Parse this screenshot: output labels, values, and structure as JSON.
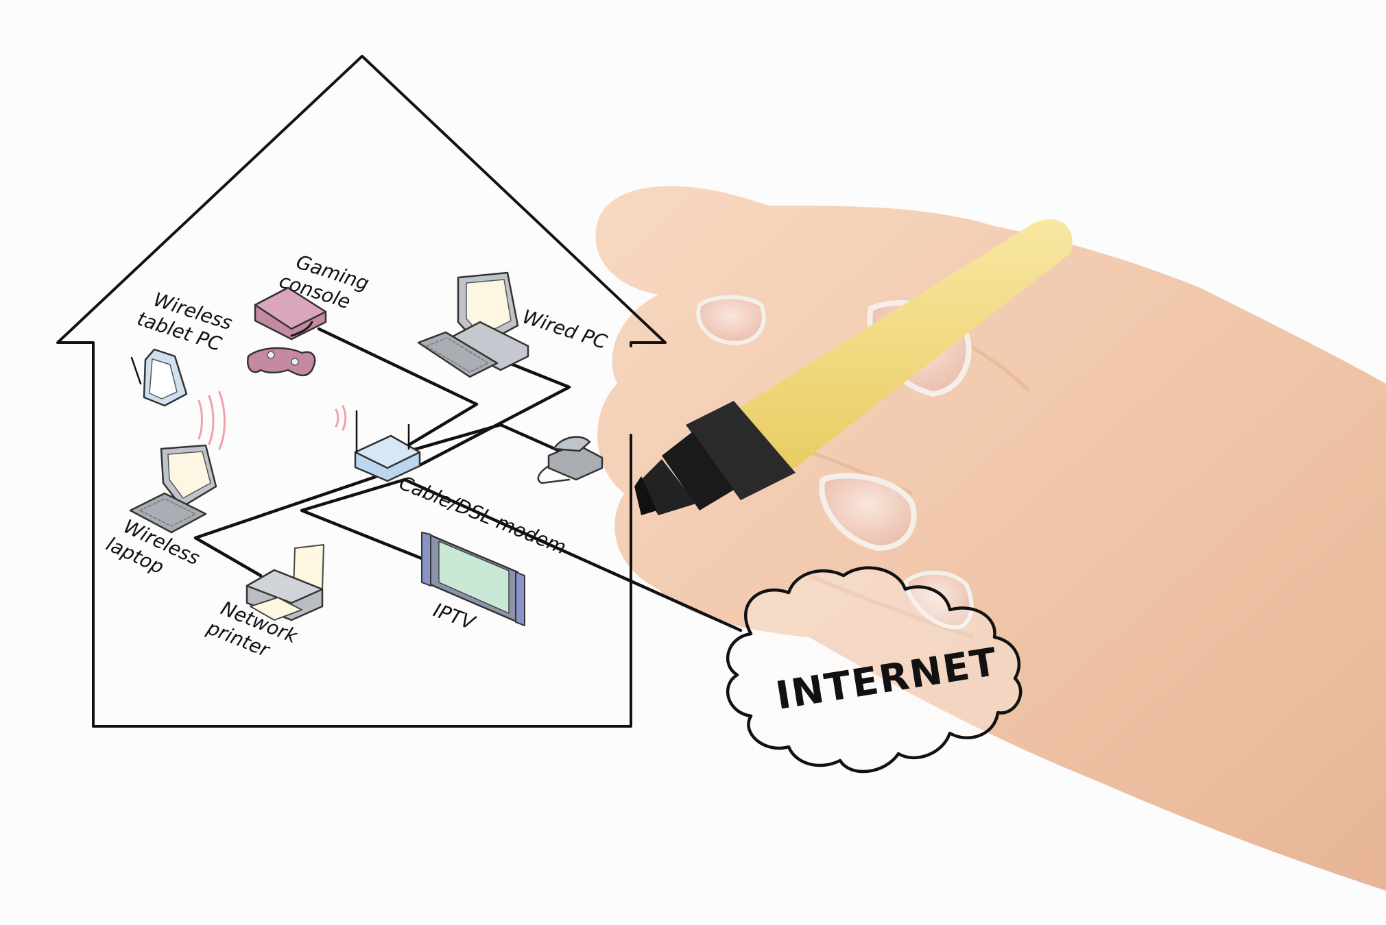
{
  "diagram": {
    "labels": {
      "gaming_console": [
        "Gaming",
        "console"
      ],
      "wireless_tablet": [
        "Wireless",
        "tablet PC"
      ],
      "wired_pc": "Wired PC",
      "modem": "Cable/DSL modem",
      "wireless_laptop": [
        "Wireless",
        "laptop"
      ],
      "network_printer": [
        "Network",
        "printer"
      ],
      "iptv": "IPTV",
      "internet": "INTERNET"
    },
    "icons": [
      "house-outline-icon",
      "gaming-console-icon",
      "gamepad-icon",
      "tablet-icon",
      "desktop-pc-icon",
      "router-icon",
      "telephone-icon",
      "laptop-icon",
      "printer-icon",
      "tv-icon",
      "cloud-icon",
      "marker-pen-icon",
      "hand-icon"
    ],
    "colors": {
      "line": "#111111",
      "console": "#c48aa3",
      "router": "#bcd6ee",
      "tv_screen": "#c9e8d6",
      "device_gray": "#a9adb4",
      "wifi_waves": "#f2a0a8",
      "marker_body": "#f2dc80",
      "marker_tip": "#1e1e1e",
      "skin": "#f2cbb0"
    }
  }
}
